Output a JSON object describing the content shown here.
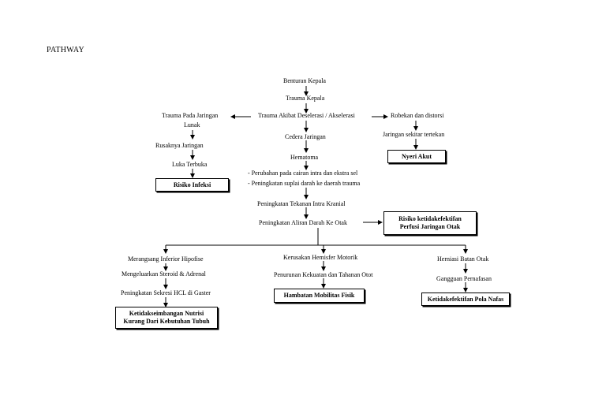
{
  "header": {
    "title": "PATHWAY"
  },
  "center": {
    "benturan": "Benturan Kepala",
    "trauma_kepala": "Trauma Kepala",
    "trauma_akibat": "Trauma Akibat Deselerasi / Akselerasi",
    "cedera": "Cedera Jaringan",
    "hematoma": "Hematoma",
    "perubahan": "- Perubahan pada cairan intra dan ekstra sel",
    "peningkatan_suplai": "- Peningkatan suplai darah ke daerah trauma",
    "tik": "Peningkatan Tekanan Intra Kranial",
    "aliran": "Peningkatan Aliran Darah Ke Otak"
  },
  "left": {
    "trauma_jaringan_1": "Trauma Pada Jaringan",
    "trauma_jaringan_2": "Lunak",
    "rusaknya": "Rusaknya Jaringan",
    "luka": "Luka Terbuka",
    "dx": "Risiko Infeksi"
  },
  "right": {
    "robekan": "Robekan dan distorsi",
    "jaringan_tertekan": "Jaringan sekitar tertekan",
    "dx": "Nyeri Akut"
  },
  "perfusi": {
    "line1": "Risiko ketidakefektifan",
    "line2": "Perfusi Jaringan Otak"
  },
  "branch_left": {
    "merangsang": "Merangsang Inferior Hipofise",
    "steroid": "Mengeluarkan Steroid & Adrenal",
    "hcl": "Peningkatan Sekresi HCL di Gaster",
    "dx_line1": "Ketidakseimbangan Nutrisi",
    "dx_line2": "Kurang Dari Kebutuhan Tubuh"
  },
  "branch_mid": {
    "kerusakan": "Kerusakan Hemisfer Motorik",
    "penurunan": "Penurunan Kekuatan dan Tahanan Otot",
    "dx": "Hambatan Mobilitas Fisik"
  },
  "branch_right": {
    "herniasi": "Herniasi Batan Otak",
    "gangguan": "Gangguan Pernafasan",
    "dx": "Ketidakefektifan Pola Nafas"
  }
}
